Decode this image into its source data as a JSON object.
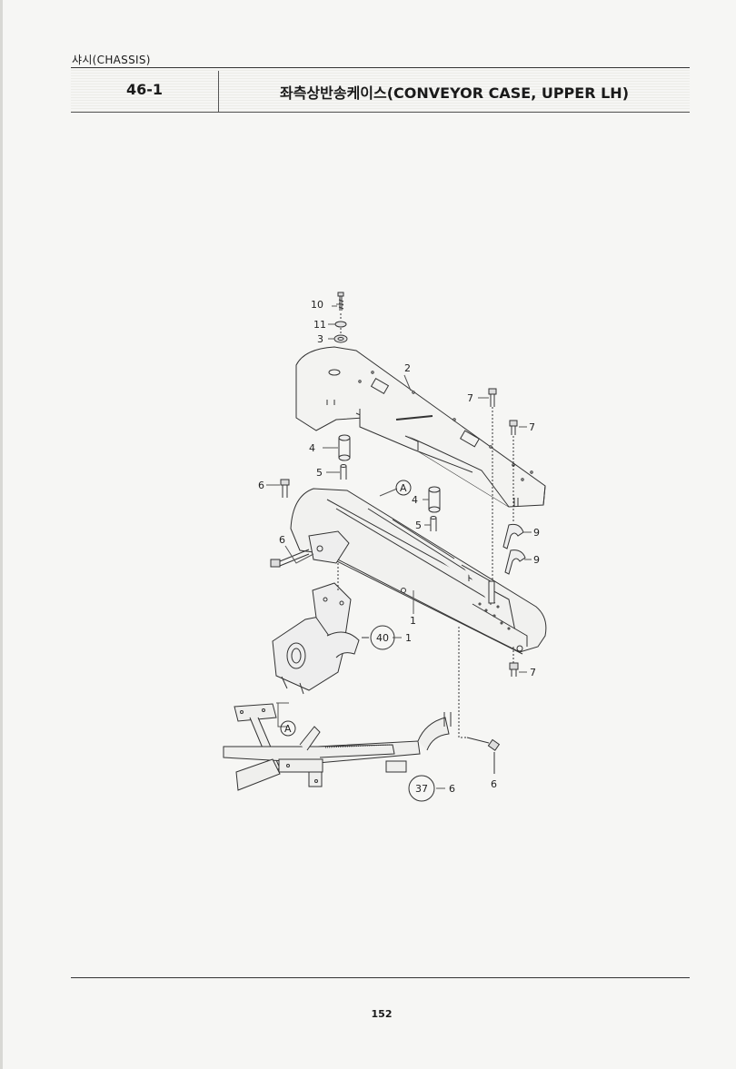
{
  "header": {
    "section": "샤시(CHASSIS)",
    "figure_number": "46-1",
    "title": "좌측상반송케이스(CONVEYOR CASE, UPPER LH)"
  },
  "callouts": {
    "c10": "10",
    "c11": "11",
    "c3": "3",
    "c2": "2",
    "c7a": "7",
    "c7b": "7",
    "c7c": "7",
    "c4a": "4",
    "c4b": "4",
    "c5a": "5",
    "c5b": "5",
    "c6a": "6",
    "c6b": "6",
    "c6c": "6",
    "c6d": "6",
    "c9a": "9",
    "c9b": "9",
    "c1a": "1",
    "c1b": "1",
    "refA1": "A",
    "refA2": "A",
    "ref40": "40",
    "ref37": "37"
  },
  "footer": {
    "page": "152"
  }
}
